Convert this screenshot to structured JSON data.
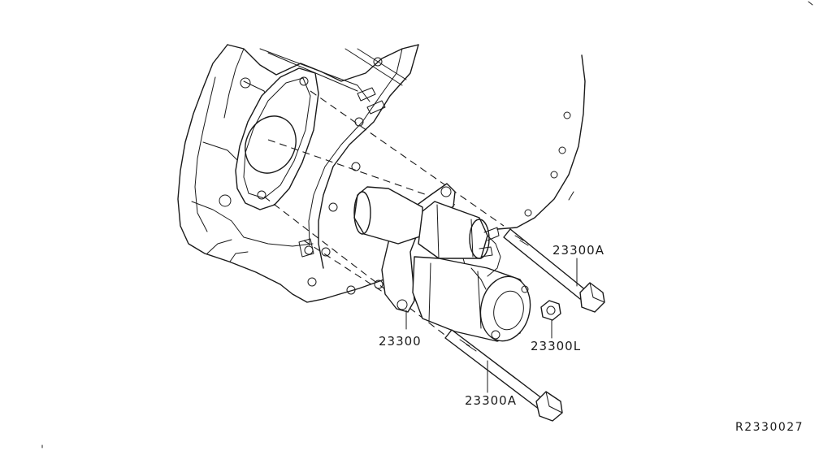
{
  "diagram": {
    "callouts": {
      "bolt_upper": "23300A",
      "starter": "23300",
      "nut": "23300L",
      "bolt_lower": "23300A"
    },
    "drawing_code": "R2330027"
  }
}
